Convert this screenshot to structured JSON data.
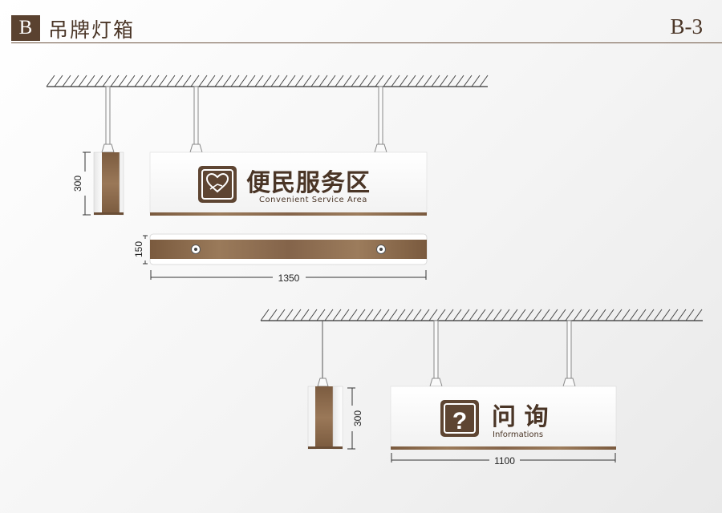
{
  "header": {
    "badge": "B",
    "title": "吊牌灯箱",
    "page_number": "B-3"
  },
  "colors": {
    "brand_brown": "#5a4230",
    "wood": "#8a6a4c",
    "rule": "#6d5441"
  },
  "sign_1": {
    "icon": "heart-hand-icon",
    "title": "便民服务区",
    "subtitle": "Convenient Service Area",
    "height_dim": "300",
    "depth_dim": "150",
    "width_dim": "1350"
  },
  "sign_2": {
    "icon": "question-mark-icon",
    "title": "问 询",
    "subtitle": "Informations",
    "height_dim": "300",
    "width_dim": "1100"
  }
}
